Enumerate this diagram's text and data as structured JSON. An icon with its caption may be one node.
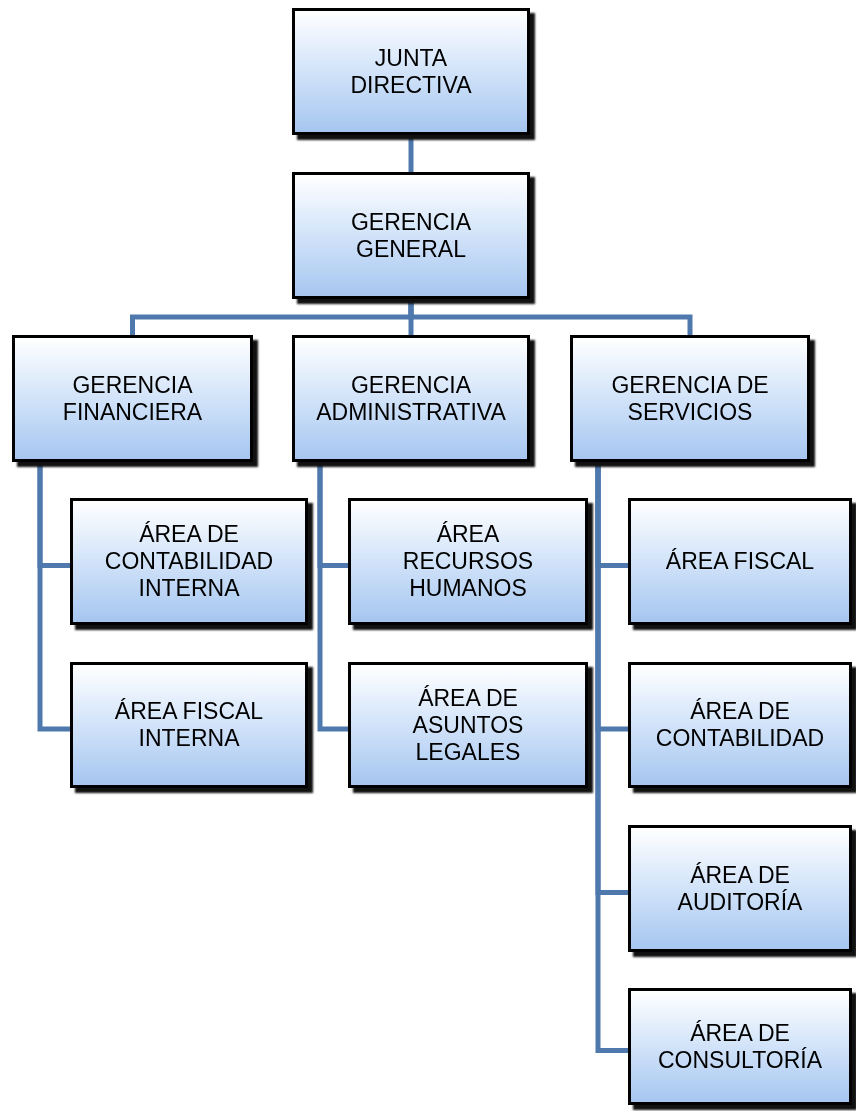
{
  "diagram": {
    "nodes": [
      {
        "text": [
          "JUNTA DIRECTIVA"
        ]
      },
      {
        "text": [
          "GERENCIA GENERAL"
        ]
      },
      {
        "text": [
          "GERENCIA FINANCIERA"
        ]
      },
      {
        "text": [
          "GERENCIA ADMINISTRATIVA"
        ]
      },
      {
        "text": [
          "GERENCIA DE SERVICIOS"
        ]
      },
      {
        "text": [
          "ÁREA DE CONTABILIDAD INTERNA"
        ]
      },
      {
        "text": [
          "ÁREA RECURSOS HUMANOS"
        ]
      },
      {
        "text": [
          "ÁREA FISCAL"
        ]
      },
      {
        "text": [
          "ÁREA FISCAL INTERNA"
        ]
      },
      {
        "text": [
          "ÁREA DE ASUNTOS LEGALES"
        ]
      },
      {
        "text": [
          "ÁREA DE CONTABILIDAD"
        ]
      },
      {
        "text": [
          "ÁREA DE AUDITORÍA"
        ]
      },
      {
        "text": [
          "ÁREA DE CONSULTORÍA"
        ]
      }
    ],
    "edges": [
      {
        "from": 0,
        "to": 1,
        "arrow": "none"
      },
      {
        "from": 1,
        "to": 2,
        "arrow": "none"
      },
      {
        "from": 1,
        "to": 3,
        "arrow": "none"
      },
      {
        "from": 1,
        "to": 4,
        "arrow": "none"
      },
      {
        "from": 2,
        "to": 5,
        "arrow": "none"
      },
      {
        "from": 2,
        "to": 8,
        "arrow": "none"
      },
      {
        "from": 3,
        "to": 6,
        "arrow": "none"
      },
      {
        "from": 3,
        "to": 9,
        "arrow": "none"
      },
      {
        "from": 4,
        "to": 7,
        "arrow": "none"
      },
      {
        "from": 4,
        "to": 10,
        "arrow": "none"
      },
      {
        "from": 4,
        "to": 11,
        "arrow": "none"
      },
      {
        "from": 4,
        "to": 12,
        "arrow": "none"
      }
    ]
  }
}
